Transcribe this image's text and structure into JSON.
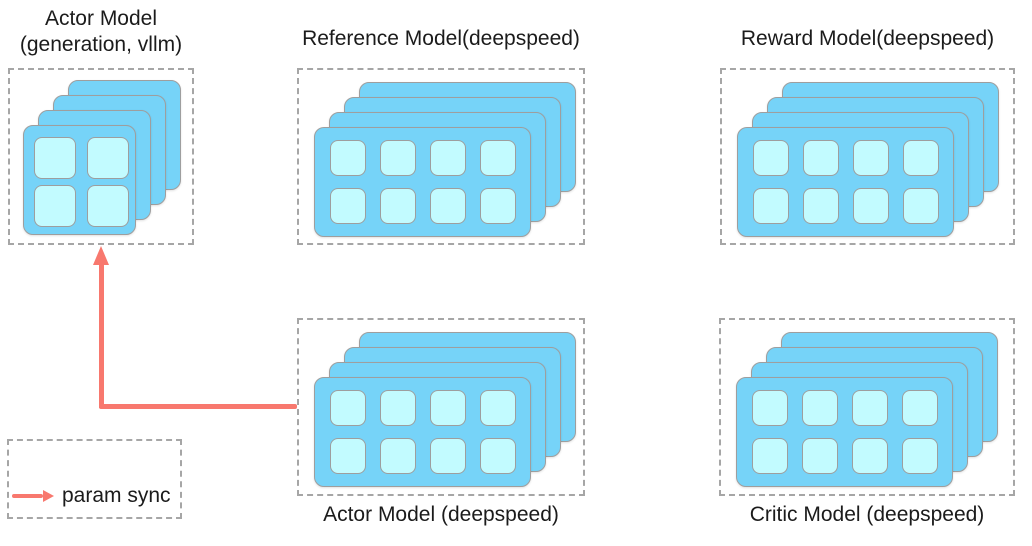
{
  "diagram": {
    "models": [
      {
        "id": "actor-generation",
        "title_line1": "Actor Model",
        "title_line2": "(generation, vllm)",
        "layers": 4,
        "gpu_rows": 2,
        "gpu_cols": 2
      },
      {
        "id": "reference-model",
        "title_line1": "Reference Model(deepspeed)",
        "layers": 4,
        "gpu_rows": 2,
        "gpu_cols": 4
      },
      {
        "id": "reward-model",
        "title_line1": "Reward Model(deepspeed)",
        "layers": 4,
        "gpu_rows": 2,
        "gpu_cols": 4
      },
      {
        "id": "actor-training",
        "title_line1": "Actor Model (deepspeed)",
        "layers": 4,
        "gpu_rows": 2,
        "gpu_cols": 4
      },
      {
        "id": "critic-model",
        "title_line1": "Critic Model (deepspeed)",
        "layers": 4,
        "gpu_rows": 2,
        "gpu_cols": 4
      }
    ],
    "arrow": {
      "from": "actor-training",
      "to": "actor-generation"
    },
    "legend": {
      "label": "param sync"
    },
    "colors": {
      "card_blue": "#76d3f8",
      "gpu_cell_cyan": "#c2fbff",
      "outline_gray": "#9e9e9e",
      "dashed_border_gray": "#a6a6a6",
      "arrow_red": "#f8786e",
      "text": "#1b1b1b"
    }
  }
}
